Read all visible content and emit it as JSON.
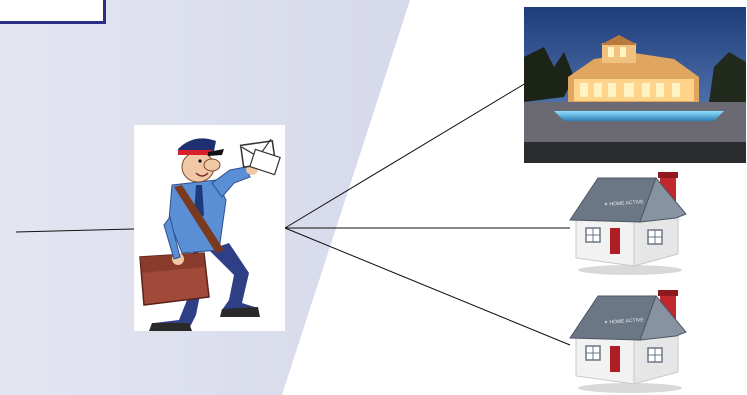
{
  "scene": {
    "label_box_text": "",
    "nodes": [
      {
        "id": "postman",
        "icon": "postman-icon"
      },
      {
        "id": "mansion",
        "icon": "mansion-photo"
      },
      {
        "id": "house-1",
        "icon": "house-icon"
      },
      {
        "id": "house-2",
        "icon": "house-icon"
      }
    ],
    "colors": {
      "background_band": "#dfe2f0",
      "box_border": "#2d2f86",
      "line": "#111111",
      "roof": "#6b7785",
      "chimney": "#c0282e",
      "door": "#b11d24"
    }
  }
}
